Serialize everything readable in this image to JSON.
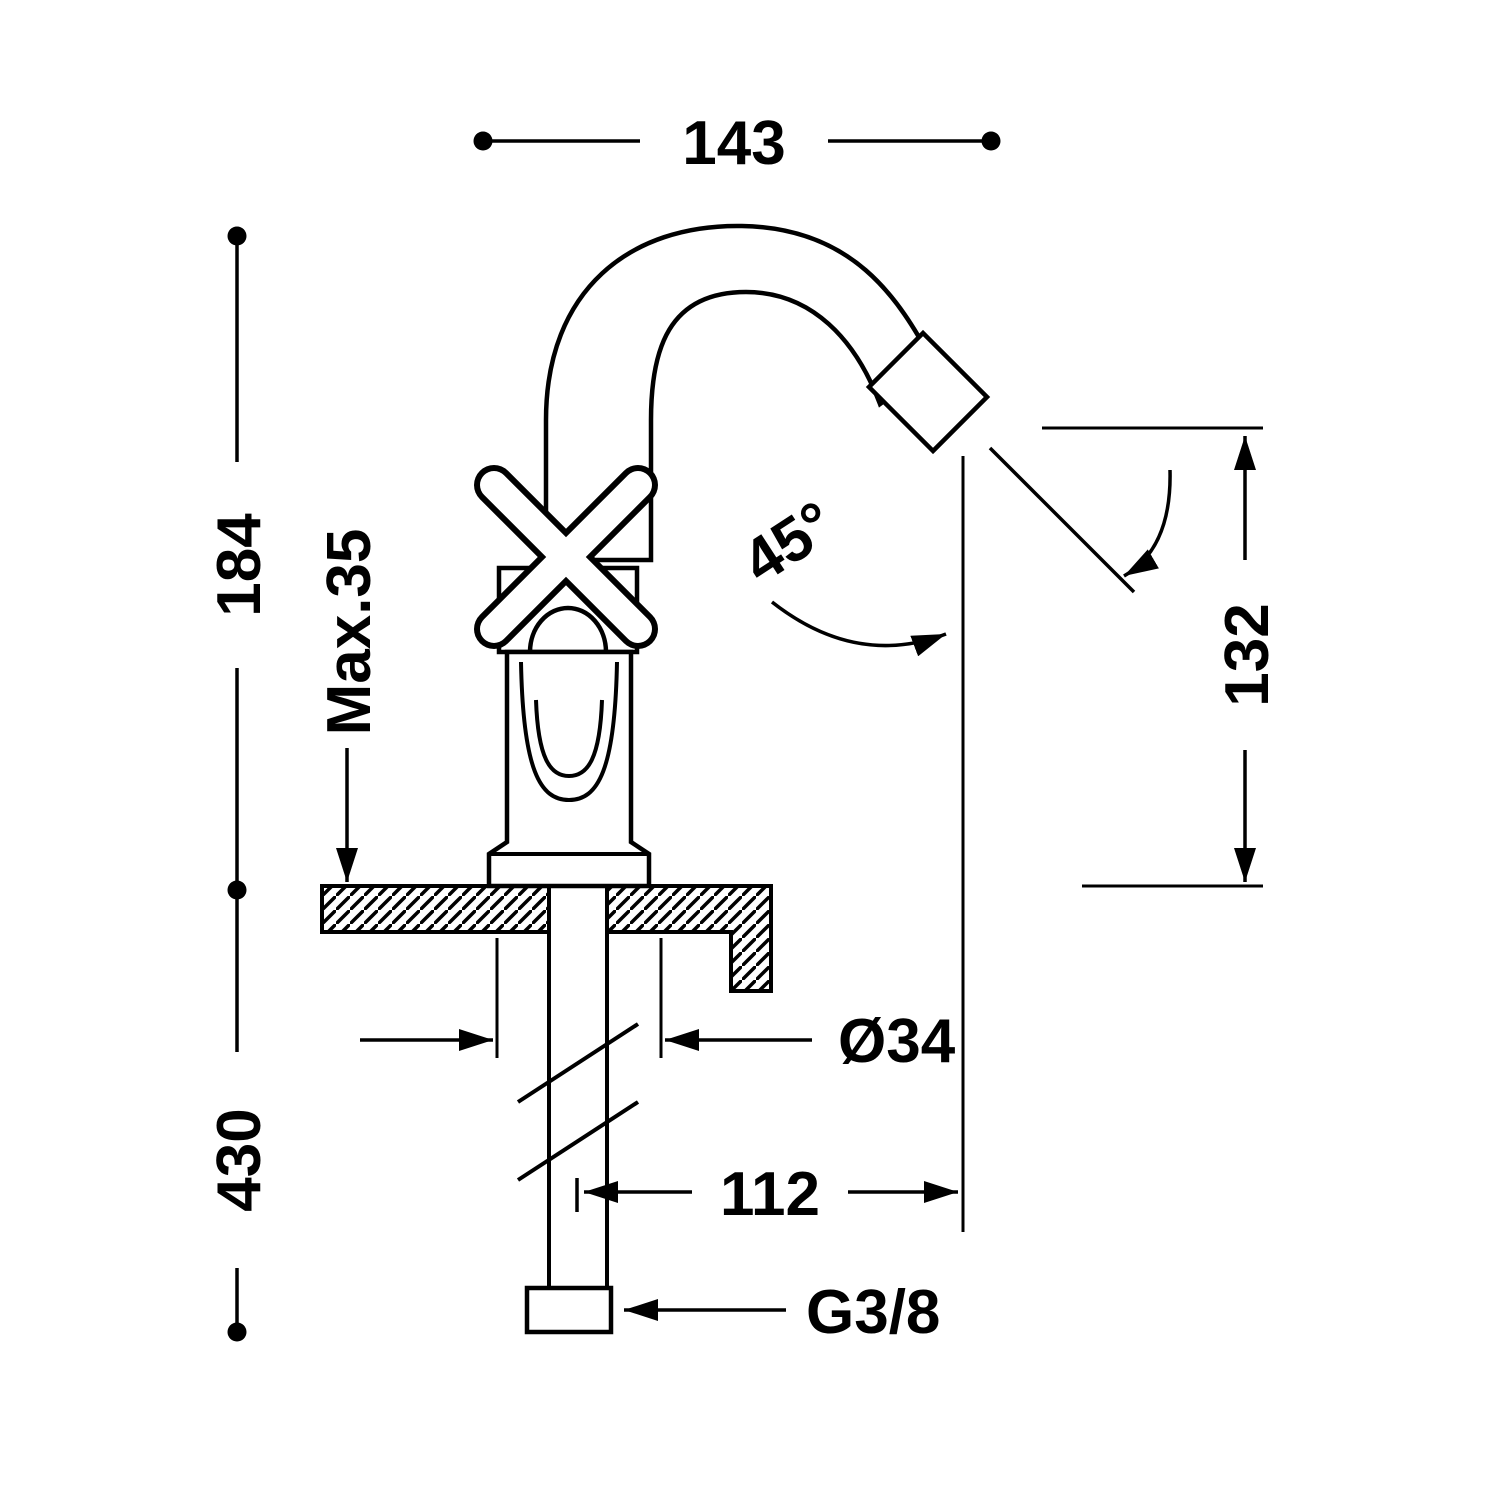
{
  "drawing": {
    "labels": {
      "dim_top_width": "143",
      "dim_height_upper": "184",
      "dim_max_thickness": "Max.35",
      "dim_height_lower": "430",
      "dim_angle": "45°",
      "dim_spout_height": "132",
      "dim_diameter": "Ø34",
      "dim_reach": "112",
      "dim_thread": "G3/8"
    },
    "colors": {
      "line": "#000000",
      "background": "#ffffff"
    }
  }
}
